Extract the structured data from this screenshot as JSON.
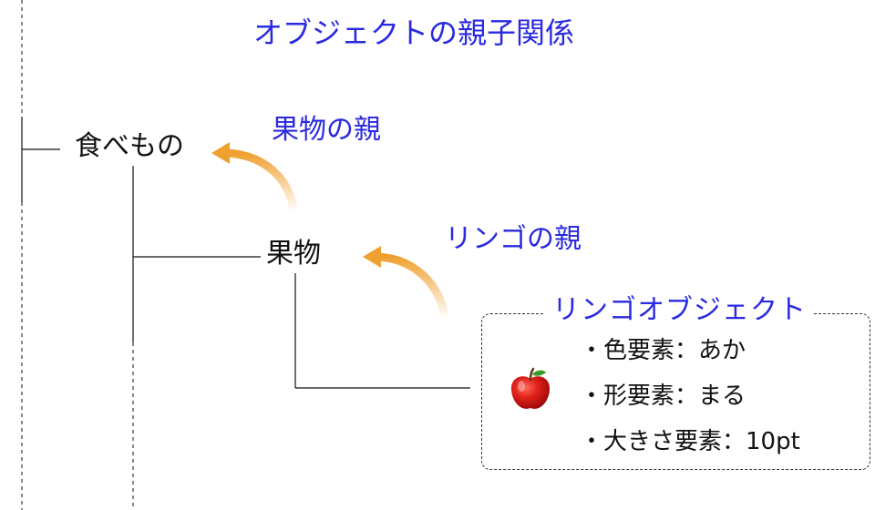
{
  "title": "オブジェクトの親子関係",
  "nodes": {
    "food": "食べもの",
    "fruit": "果物"
  },
  "relations": {
    "fruit_parent": "果物の親",
    "apple_parent": "リンゴの親"
  },
  "apple_object": {
    "title": "リンゴオブジェクト",
    "properties": [
      "・色要素：あか",
      "・形要素：まる",
      "・大きさ要素：10pt"
    ],
    "icon": "apple-icon"
  },
  "colors": {
    "label_blue": "#2a2ae0",
    "arrow_orange": "#f0a030",
    "line": "#111111"
  }
}
